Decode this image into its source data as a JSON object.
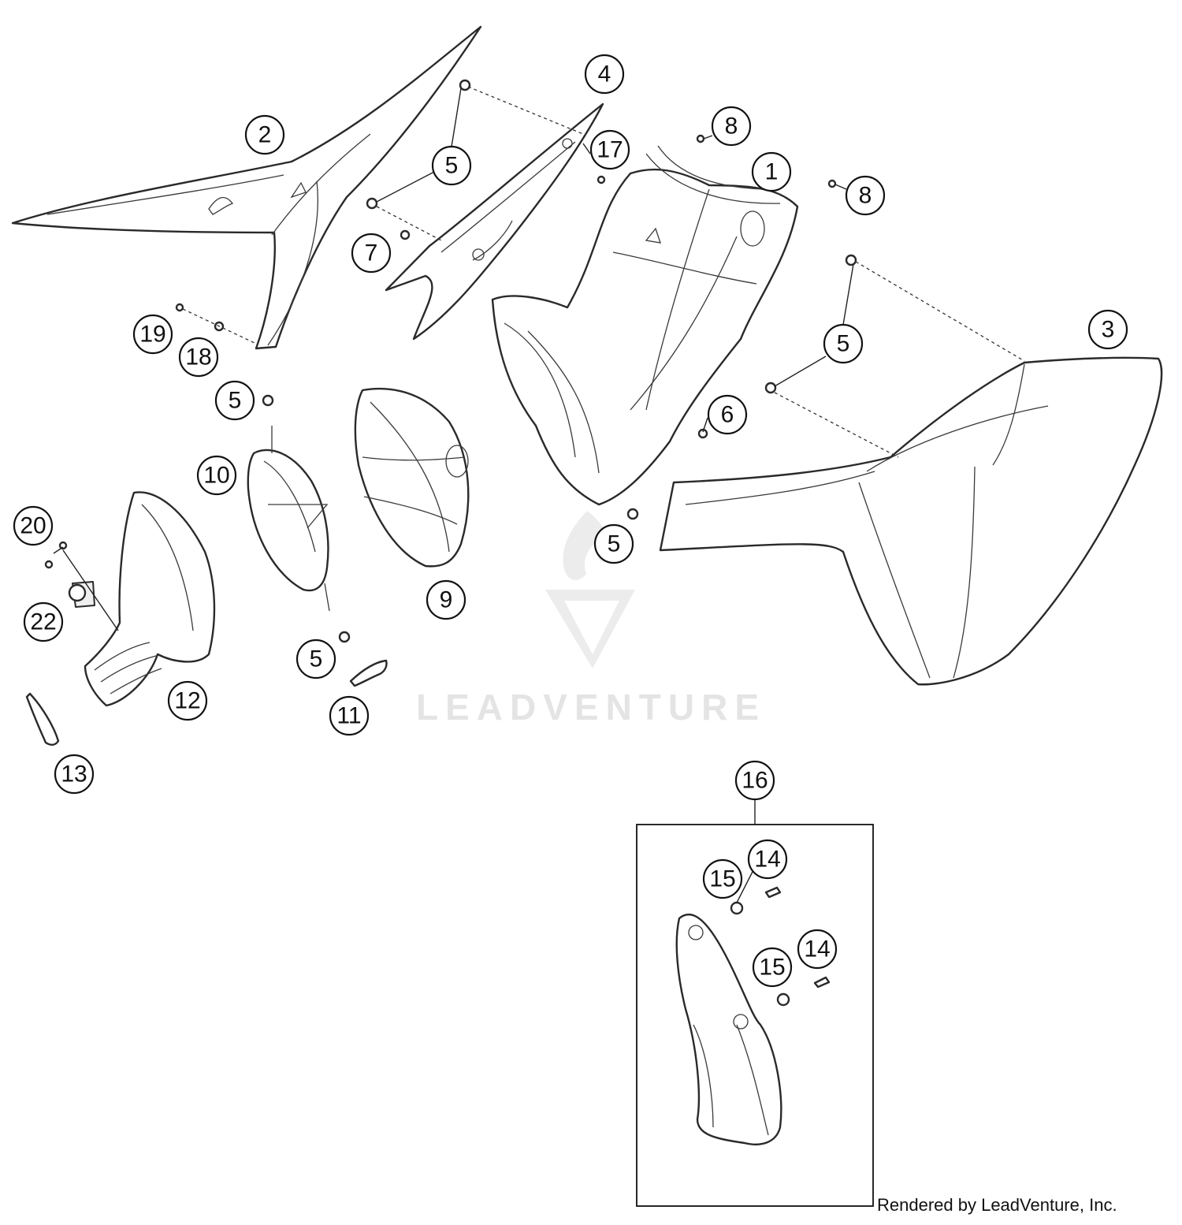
{
  "watermark": {
    "text": "LEADVENTURE",
    "logo_icon": "leadventure-flame-v-logo"
  },
  "credit": "Rendered by LeadVenture, Inc.",
  "callouts": [
    {
      "id": "c1",
      "label": "1"
    },
    {
      "id": "c2",
      "label": "2"
    },
    {
      "id": "c3",
      "label": "3"
    },
    {
      "id": "c4",
      "label": "4"
    },
    {
      "id": "c5a",
      "label": "5"
    },
    {
      "id": "c5b",
      "label": "5"
    },
    {
      "id": "c5c",
      "label": "5"
    },
    {
      "id": "c5d",
      "label": "5"
    },
    {
      "id": "c5e",
      "label": "5"
    },
    {
      "id": "c6",
      "label": "6"
    },
    {
      "id": "c7",
      "label": "7"
    },
    {
      "id": "c8a",
      "label": "8"
    },
    {
      "id": "c8b",
      "label": "8"
    },
    {
      "id": "c9",
      "label": "9"
    },
    {
      "id": "c10",
      "label": "10"
    },
    {
      "id": "c11",
      "label": "11"
    },
    {
      "id": "c12",
      "label": "12"
    },
    {
      "id": "c13",
      "label": "13"
    },
    {
      "id": "c14a",
      "label": "14"
    },
    {
      "id": "c14b",
      "label": "14"
    },
    {
      "id": "c15a",
      "label": "15"
    },
    {
      "id": "c15b",
      "label": "15"
    },
    {
      "id": "c16",
      "label": "16"
    },
    {
      "id": "c17",
      "label": "17"
    },
    {
      "id": "c18",
      "label": "18"
    },
    {
      "id": "c19",
      "label": "19"
    },
    {
      "id": "c20",
      "label": "20"
    },
    {
      "id": "c22",
      "label": "22"
    }
  ]
}
